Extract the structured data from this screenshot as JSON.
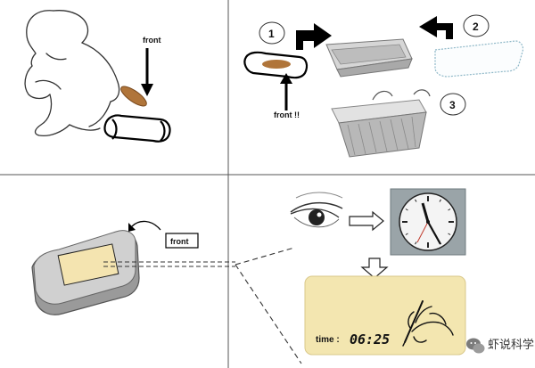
{
  "labels": {
    "front_top_left": "front",
    "front_top_right": "front !!",
    "front_bottom_left": "front",
    "time_label": "time :",
    "time_value": "06:25"
  },
  "steps": [
    "1",
    "2",
    "3"
  ],
  "watermark": "虾说科学",
  "colors": {
    "line": "#222222",
    "foil": "#c9c9c9",
    "sample": "#b0753a",
    "label": "#fffdf2",
    "note_panel": "#f3e6b0",
    "clock_bg": "#9aa4a8"
  },
  "icons": [
    "wechat-logo-icon",
    "clock-icon",
    "eye-icon",
    "hand-writing-icon"
  ]
}
